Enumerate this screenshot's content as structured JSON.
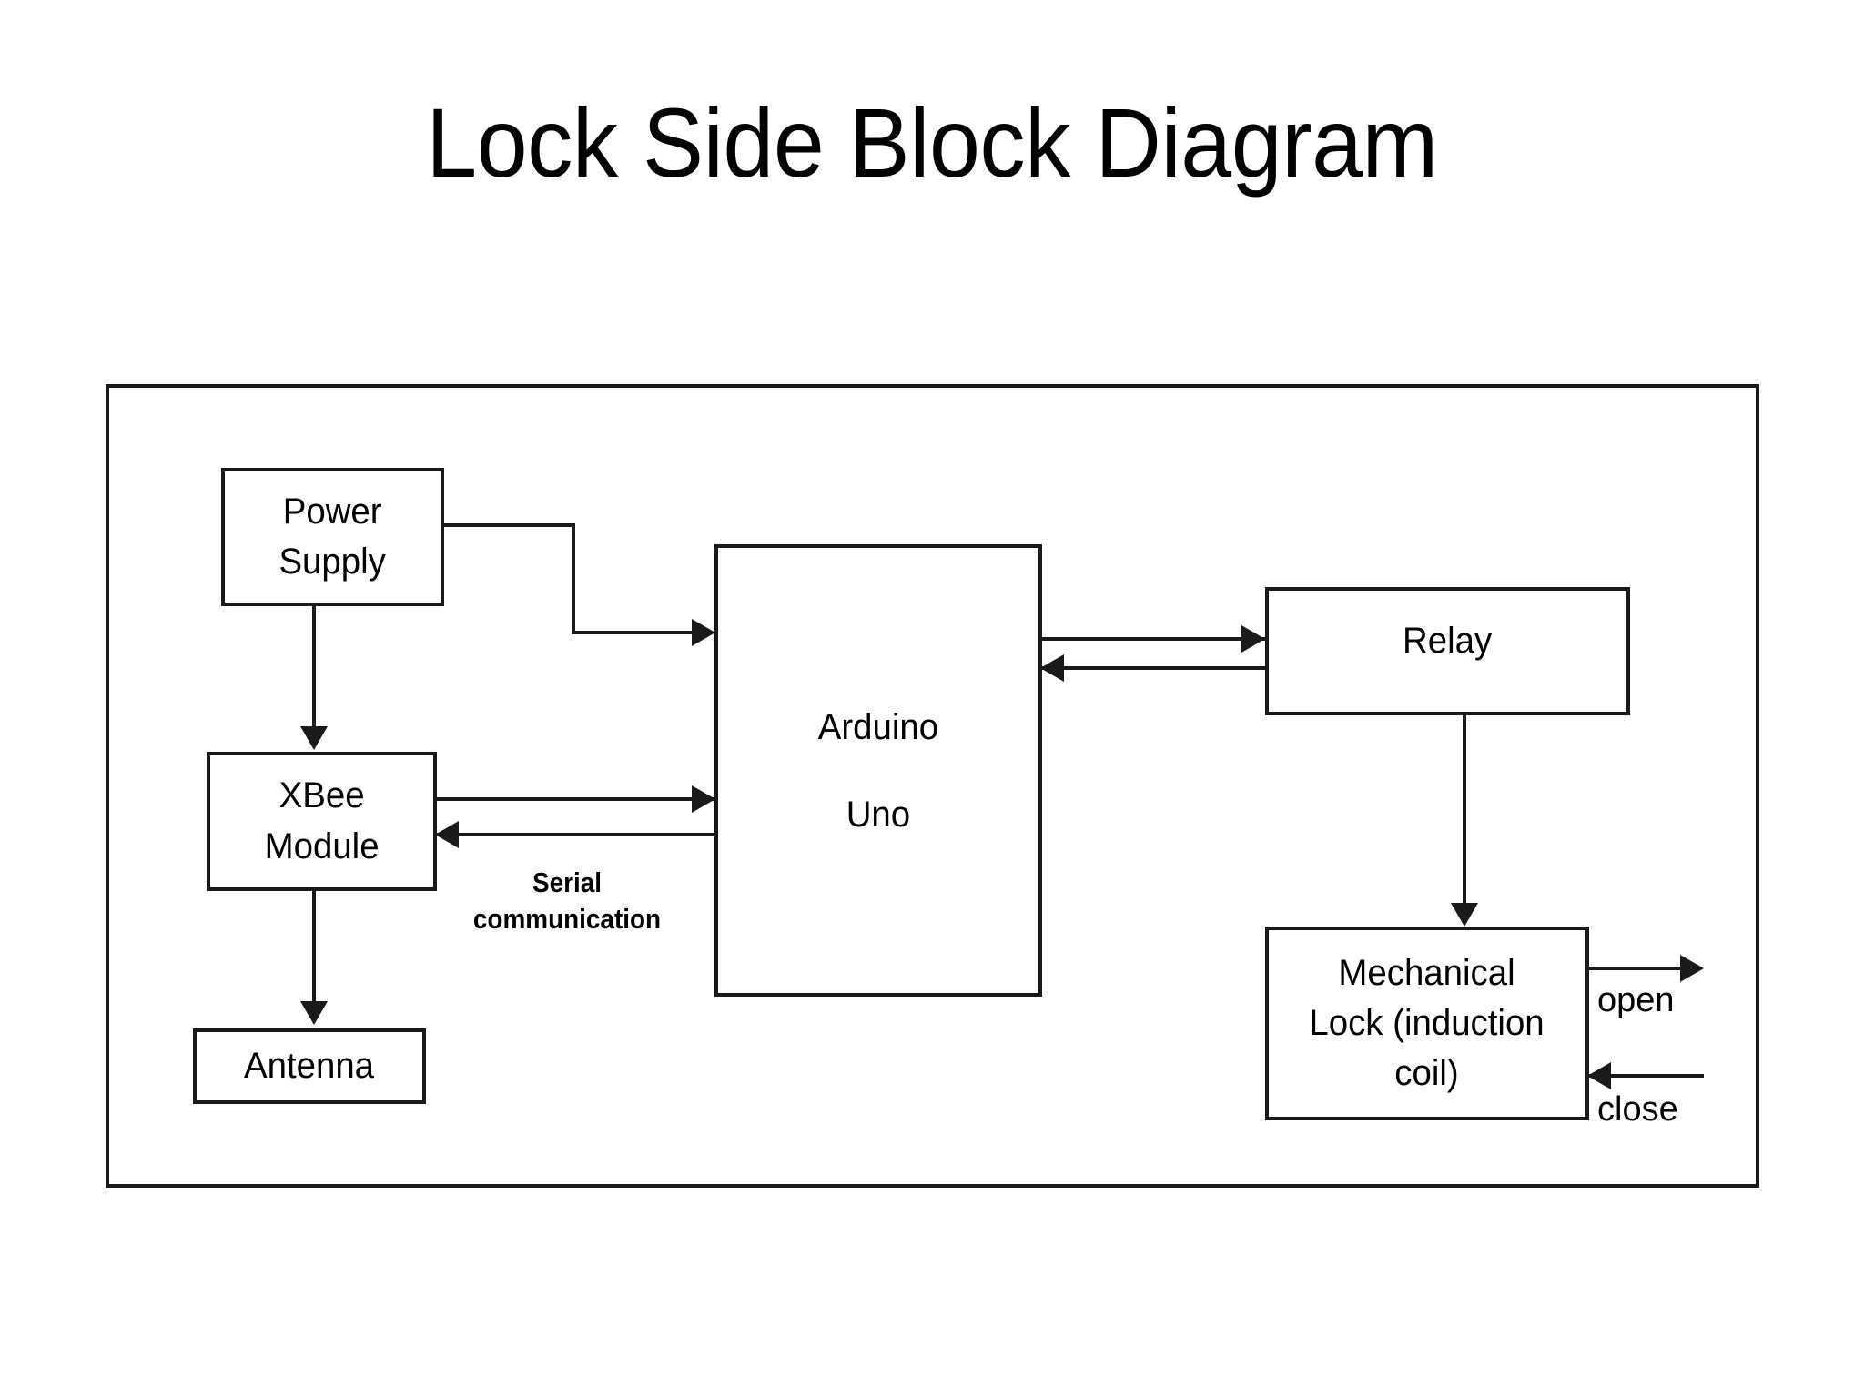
{
  "page": {
    "title": "Lock Side Block Diagram",
    "background_color": "#ffffff",
    "line_color": "#1a1a1a",
    "text_color": "#000000"
  },
  "diagram": {
    "type": "block-diagram",
    "frame": {
      "visible": true
    },
    "blocks": [
      {
        "id": "power-supply",
        "label": "Power\nSupply"
      },
      {
        "id": "xbee-module",
        "label": "XBee\nModule"
      },
      {
        "id": "antenna",
        "label": "Antenna"
      },
      {
        "id": "arduino-uno",
        "label": "Arduino\nUno"
      },
      {
        "id": "relay",
        "label": "Relay"
      },
      {
        "id": "mechanical-lock",
        "label": "Mechanical\nLock (induction\ncoil)"
      }
    ],
    "edge_labels": [
      {
        "id": "serial",
        "label": "Serial\ncommunication"
      },
      {
        "id": "open",
        "label": "open"
      },
      {
        "id": "close",
        "label": "close"
      }
    ],
    "connections": [
      {
        "from": "power-supply",
        "to": "xbee-module",
        "direction": "one-way",
        "style": "straight-down"
      },
      {
        "from": "power-supply",
        "to": "arduino-uno",
        "direction": "one-way",
        "style": "stepped"
      },
      {
        "from": "xbee-module",
        "to": "antenna",
        "direction": "one-way",
        "style": "straight-down"
      },
      {
        "from": "xbee-module",
        "to": "arduino-uno",
        "direction": "two-way",
        "label": "Serial\ncommunication"
      },
      {
        "from": "arduino-uno",
        "to": "relay",
        "direction": "two-way"
      },
      {
        "from": "relay",
        "to": "mechanical-lock",
        "direction": "one-way",
        "style": "straight-down"
      },
      {
        "from": "mechanical-lock",
        "to": "external",
        "direction": "one-way",
        "label": "open"
      },
      {
        "from": "external",
        "to": "mechanical-lock",
        "direction": "one-way",
        "label": "close"
      }
    ]
  }
}
